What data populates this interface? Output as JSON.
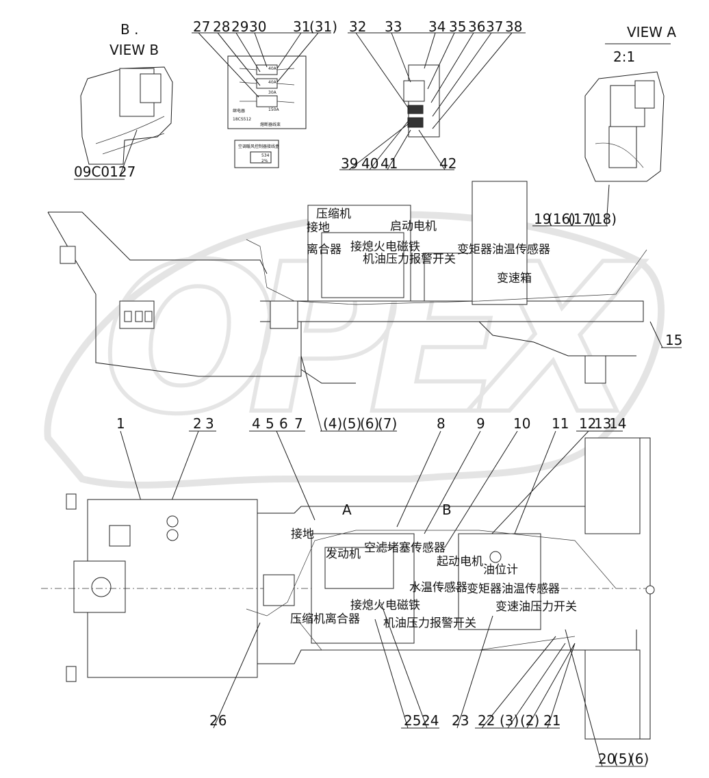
{
  "views": {
    "view_b_title_1": "B .",
    "view_b_title_2": "VIEW B",
    "view_a_title": "VIEW A",
    "view_a_scale": "2:1",
    "view_b_part_code": "09C0127",
    "relay_panel_code": "18CS512",
    "relay_caption": "继电器",
    "fuse_caption": "熔断器线束",
    "relay_values": [
      "40A",
      "40A",
      "30A",
      "150A"
    ],
    "ac_box_caption": "空调暖风控制器接线盒",
    "ac_box_values": [
      "534",
      "2%"
    ]
  },
  "callouts_top": [
    "27",
    "28",
    "29",
    "30",
    "31",
    "(31)",
    "32",
    "33",
    "34",
    "35",
    "36",
    "37",
    "38",
    "39",
    "40",
    "41",
    "42",
    "19",
    "(16)",
    "(17)",
    "(18)",
    "15"
  ],
  "callouts_mid": [
    "1",
    "2",
    "3",
    "4",
    "5",
    "6",
    "7",
    "(4)",
    "(5)",
    "(6)",
    "(7)",
    "8",
    "9",
    "10",
    "11",
    "12",
    "13",
    "14"
  ],
  "callouts_bottom": [
    "26",
    "25",
    "24",
    "23",
    "22",
    "(3)",
    "(2)",
    "21",
    "20",
    "(5)",
    "(6)"
  ],
  "side_view_labels": {
    "compressor": "压缩机",
    "start_motor": "启动电机",
    "ground": "接地",
    "clutch": "离合器",
    "solenoid": "接熄火电磁铁",
    "oil_press_switch": "机油压力报警开关",
    "tc_temp_sensor": "变矩器油温传感器",
    "transmission": "变速箱"
  },
  "plan_view_labels": {
    "ground": "接地",
    "engine": "发动机",
    "air_filter_sensor": "空滤堵塞传感器",
    "start_motor": "起动电机",
    "oil_gauge": "油位计",
    "water_temp_sensor": "水温传感器",
    "tc_temp_sensor": "变矩器油温传感器",
    "solenoid": "接熄火电磁铁",
    "trans_press_switch": "变速油压力开关",
    "compressor_clutch": "压缩机离合器",
    "oil_press_switch": "机油压力报警开关",
    "mark_A": "A",
    "mark_B": "B"
  },
  "watermark": "OPEX",
  "colors": {
    "line": "#1a1a1a",
    "watermark": "#cfcfcf",
    "background": "#ffffff"
  }
}
